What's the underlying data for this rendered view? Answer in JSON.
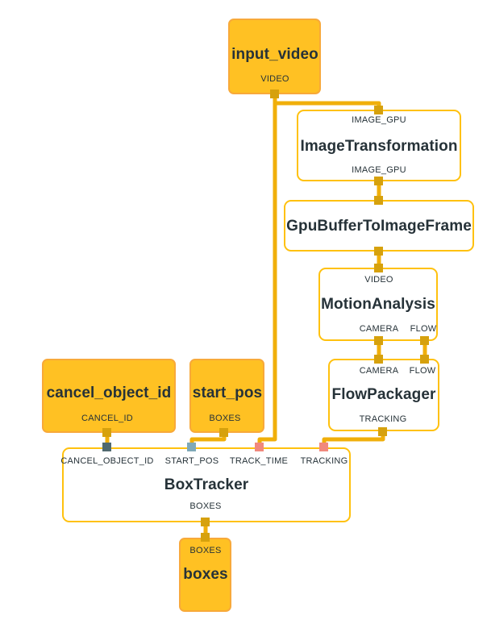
{
  "palette": {
    "background": "#FFFFFF",
    "text": "#263238",
    "node_fill": "#FFC123",
    "node_fill_border": "#F8A93A",
    "outline": "#FFC10E",
    "edge": "#F0AF0A",
    "port_gold": "#D6A10D",
    "port_slate": "#50696F",
    "port_blue": "#7FA9B8",
    "port_salmon": "#F1897D"
  },
  "nodes": {
    "input_video": {
      "title": "input_video",
      "output_label": "VIDEO"
    },
    "image_transformation": {
      "input_label": "IMAGE_GPU",
      "title": "ImageTransformation",
      "output_label": "IMAGE_GPU"
    },
    "gpu_buffer_to_image_frame": {
      "title": "GpuBufferToImageFrame"
    },
    "motion_analysis": {
      "input_label": "VIDEO",
      "title": "MotionAnalysis",
      "output_labels": [
        "CAMERA",
        "FLOW"
      ]
    },
    "flow_packager": {
      "input_labels": [
        "CAMERA",
        "FLOW"
      ],
      "title": "FlowPackager",
      "output_label": "TRACKING"
    },
    "cancel_object_id": {
      "title": "cancel_object_id",
      "output_label": "CANCEL_ID"
    },
    "start_pos": {
      "title": "start_pos",
      "output_label": "BOXES"
    },
    "box_tracker": {
      "input_labels": [
        "CANCEL_OBJECT_ID",
        "START_POS",
        "TRACK_TIME",
        "TRACKING"
      ],
      "title": "BoxTracker",
      "output_label": "BOXES"
    },
    "boxes": {
      "input_label": "BOXES",
      "title": "boxes"
    }
  },
  "connections": [
    {
      "from": "input_video:VIDEO",
      "to": "BoxTracker:TRACK_TIME"
    },
    {
      "from": "input_video:VIDEO",
      "to": "ImageTransformation:IMAGE_GPU"
    },
    {
      "from": "ImageTransformation:IMAGE_GPU",
      "to": "GpuBufferToImageFrame"
    },
    {
      "from": "GpuBufferToImageFrame",
      "to": "MotionAnalysis:VIDEO"
    },
    {
      "from": "MotionAnalysis:CAMERA",
      "to": "FlowPackager:CAMERA"
    },
    {
      "from": "MotionAnalysis:FLOW",
      "to": "FlowPackager:FLOW"
    },
    {
      "from": "FlowPackager:TRACKING",
      "to": "BoxTracker:TRACKING"
    },
    {
      "from": "cancel_object_id:CANCEL_ID",
      "to": "BoxTracker:CANCEL_OBJECT_ID"
    },
    {
      "from": "start_pos:BOXES",
      "to": "BoxTracker:START_POS"
    },
    {
      "from": "BoxTracker:BOXES",
      "to": "boxes:BOXES"
    }
  ]
}
